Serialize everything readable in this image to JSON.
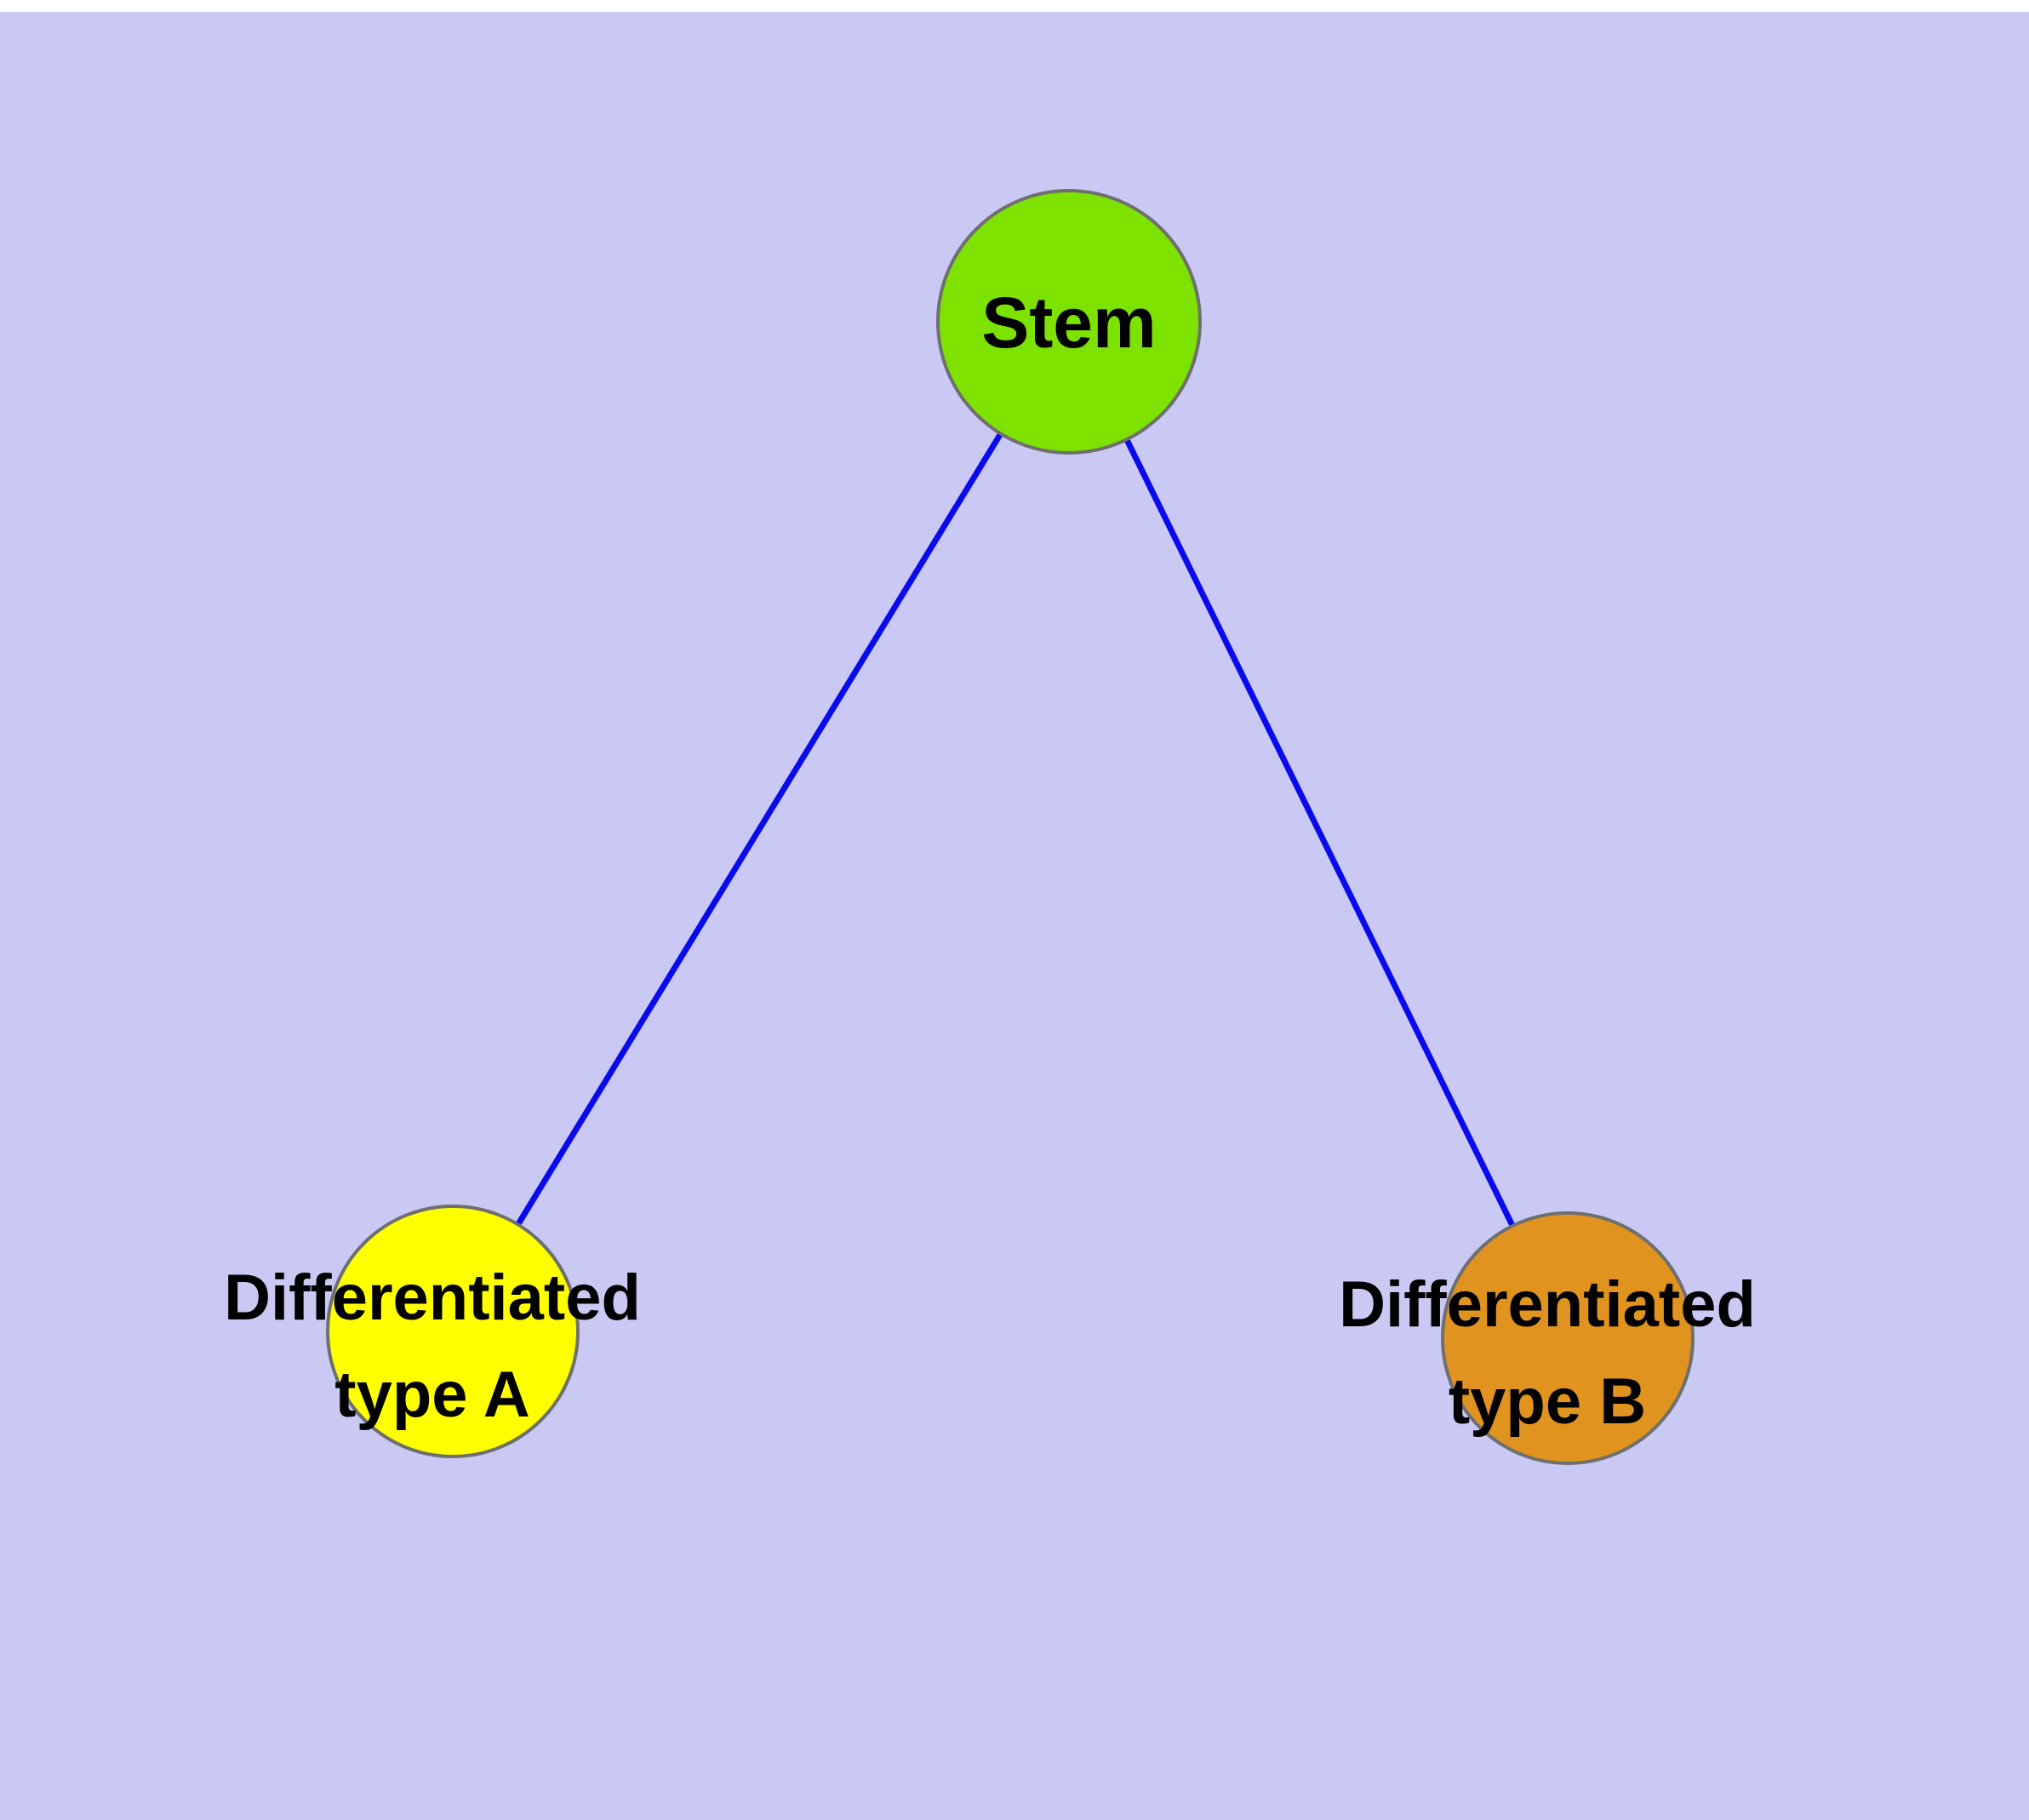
{
  "diagram": {
    "background_color": "#c9c9f3",
    "edge_color": "#0a0aee",
    "nodes": {
      "stem": {
        "label": "Stem",
        "color": "#7de200"
      },
      "type_a": {
        "label_lines": [
          "Differentiated",
          "type A"
        ],
        "color": "#ffff00"
      },
      "type_b": {
        "label_lines": [
          "Differentiated",
          "type B"
        ],
        "color": "#e0941f"
      }
    },
    "edges": [
      {
        "from": "stem",
        "to": "type_a"
      },
      {
        "from": "stem",
        "to": "type_b"
      }
    ]
  }
}
